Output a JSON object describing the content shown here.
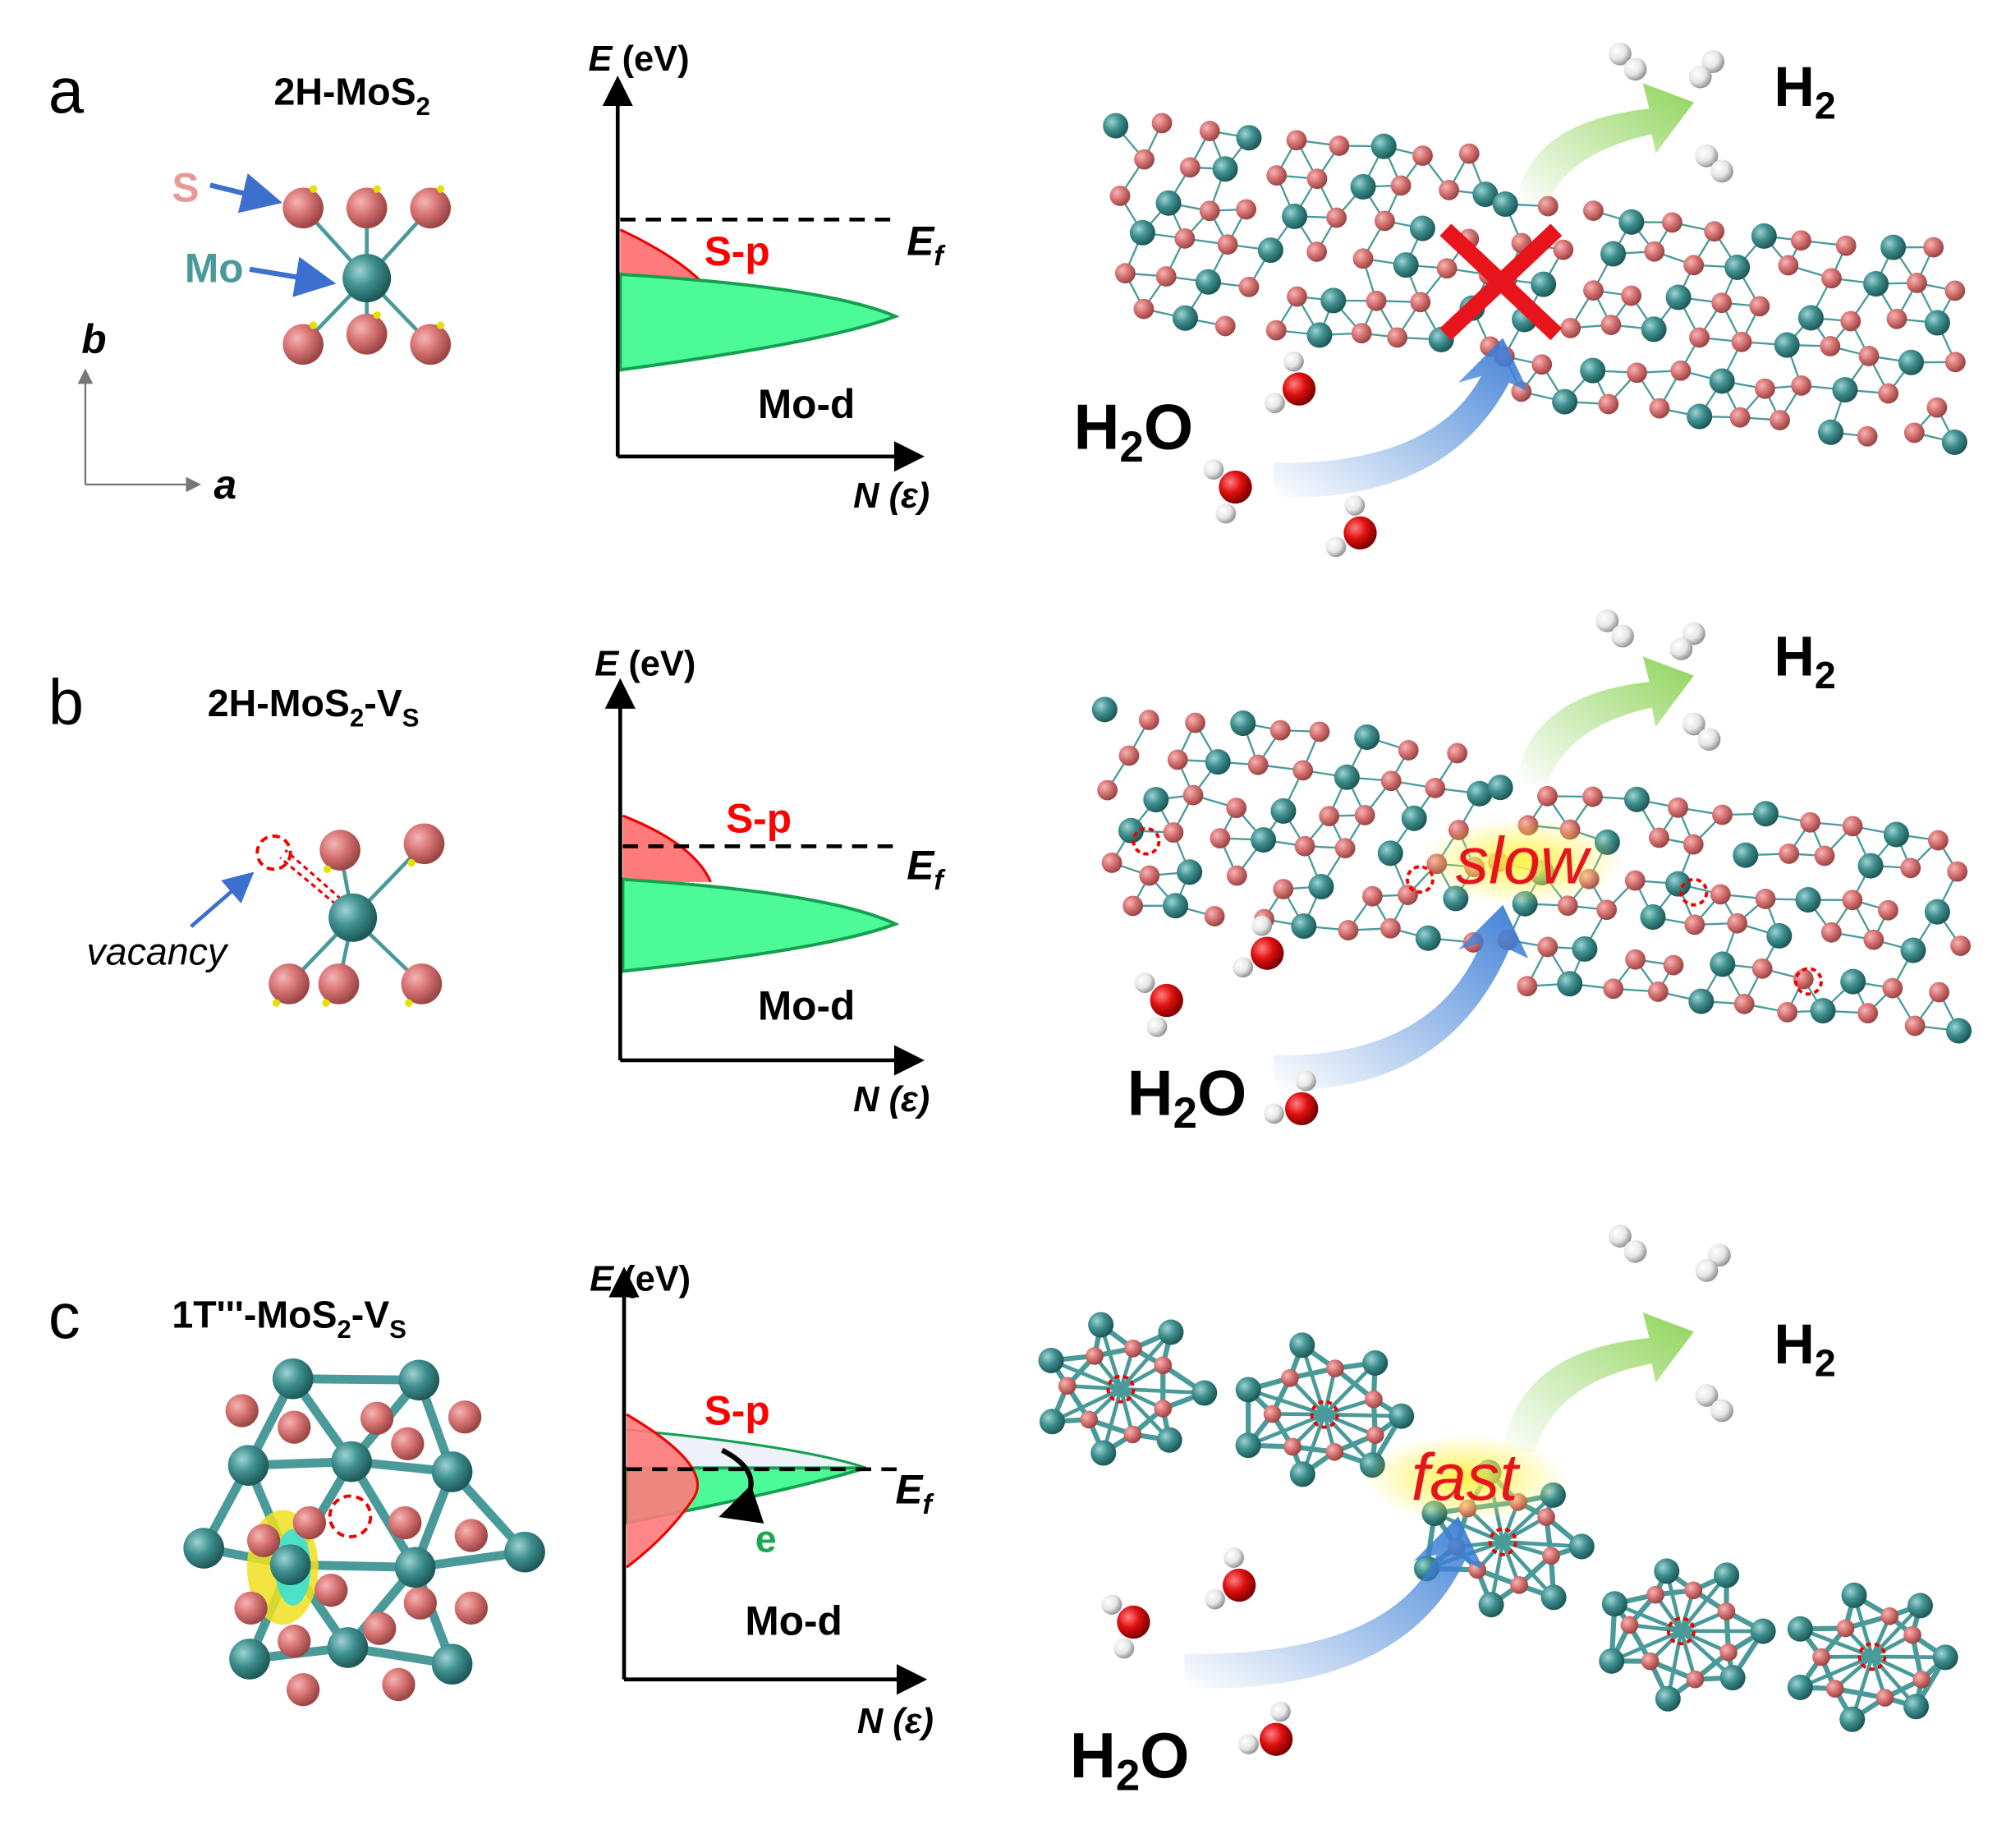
{
  "panels": [
    {
      "letter": "a",
      "title": "2H-MoS",
      "title_sub": "2",
      "title_suffix": "",
      "title_suffix_sub": "",
      "atom_labels": {
        "s": "S",
        "mo": "Mo"
      },
      "axes_labels": {
        "b": "b",
        "a": "a"
      },
      "dos": {
        "y_label": "E (eV)",
        "x_label": "N (ε)",
        "ef": "E",
        "ef_sub": "f",
        "sp": "S-p",
        "mod": "Mo-d"
      },
      "reaction": {
        "h2": "H",
        "h2_sub": "2",
        "h2o_pre": "H",
        "h2o_sub": "2",
        "h2o_post": "O",
        "rate": ""
      }
    },
    {
      "letter": "b",
      "title": "2H-MoS",
      "title_sub": "2",
      "title_suffix": "-V",
      "title_suffix_sub": "S",
      "vacancy_label": "vacancy",
      "dos": {
        "y_label": "E (eV)",
        "x_label": "N (ε)",
        "ef": "E",
        "ef_sub": "f",
        "sp": "S-p",
        "mod": "Mo-d"
      },
      "reaction": {
        "h2": "H",
        "h2_sub": "2",
        "h2o_pre": "H",
        "h2o_sub": "2",
        "h2o_post": "O",
        "rate": "slow"
      }
    },
    {
      "letter": "c",
      "title": "1T'''-MoS",
      "title_sub": "2",
      "title_suffix": "-V",
      "title_suffix_sub": "S",
      "dos": {
        "y_label": "E (eV)",
        "x_label": "N (ε)",
        "ef": "E",
        "ef_sub": "f",
        "sp": "S-p",
        "mod": "Mo-d",
        "electron": "e"
      },
      "reaction": {
        "h2": "H",
        "h2_sub": "2",
        "h2o_pre": "H",
        "h2o_sub": "2",
        "h2o_post": "O",
        "rate": "fast"
      }
    }
  ],
  "colors": {
    "mo": "#3f8f8f",
    "s": "#d87474",
    "sp": "#ff7a7a",
    "mod": "#4dfa98",
    "arrow_blue": "#3d7fd6",
    "arrow_green": "#8fd45a",
    "cross": "#e8141c",
    "rate_text": "#e8141c",
    "electron": "#1aa84f"
  }
}
